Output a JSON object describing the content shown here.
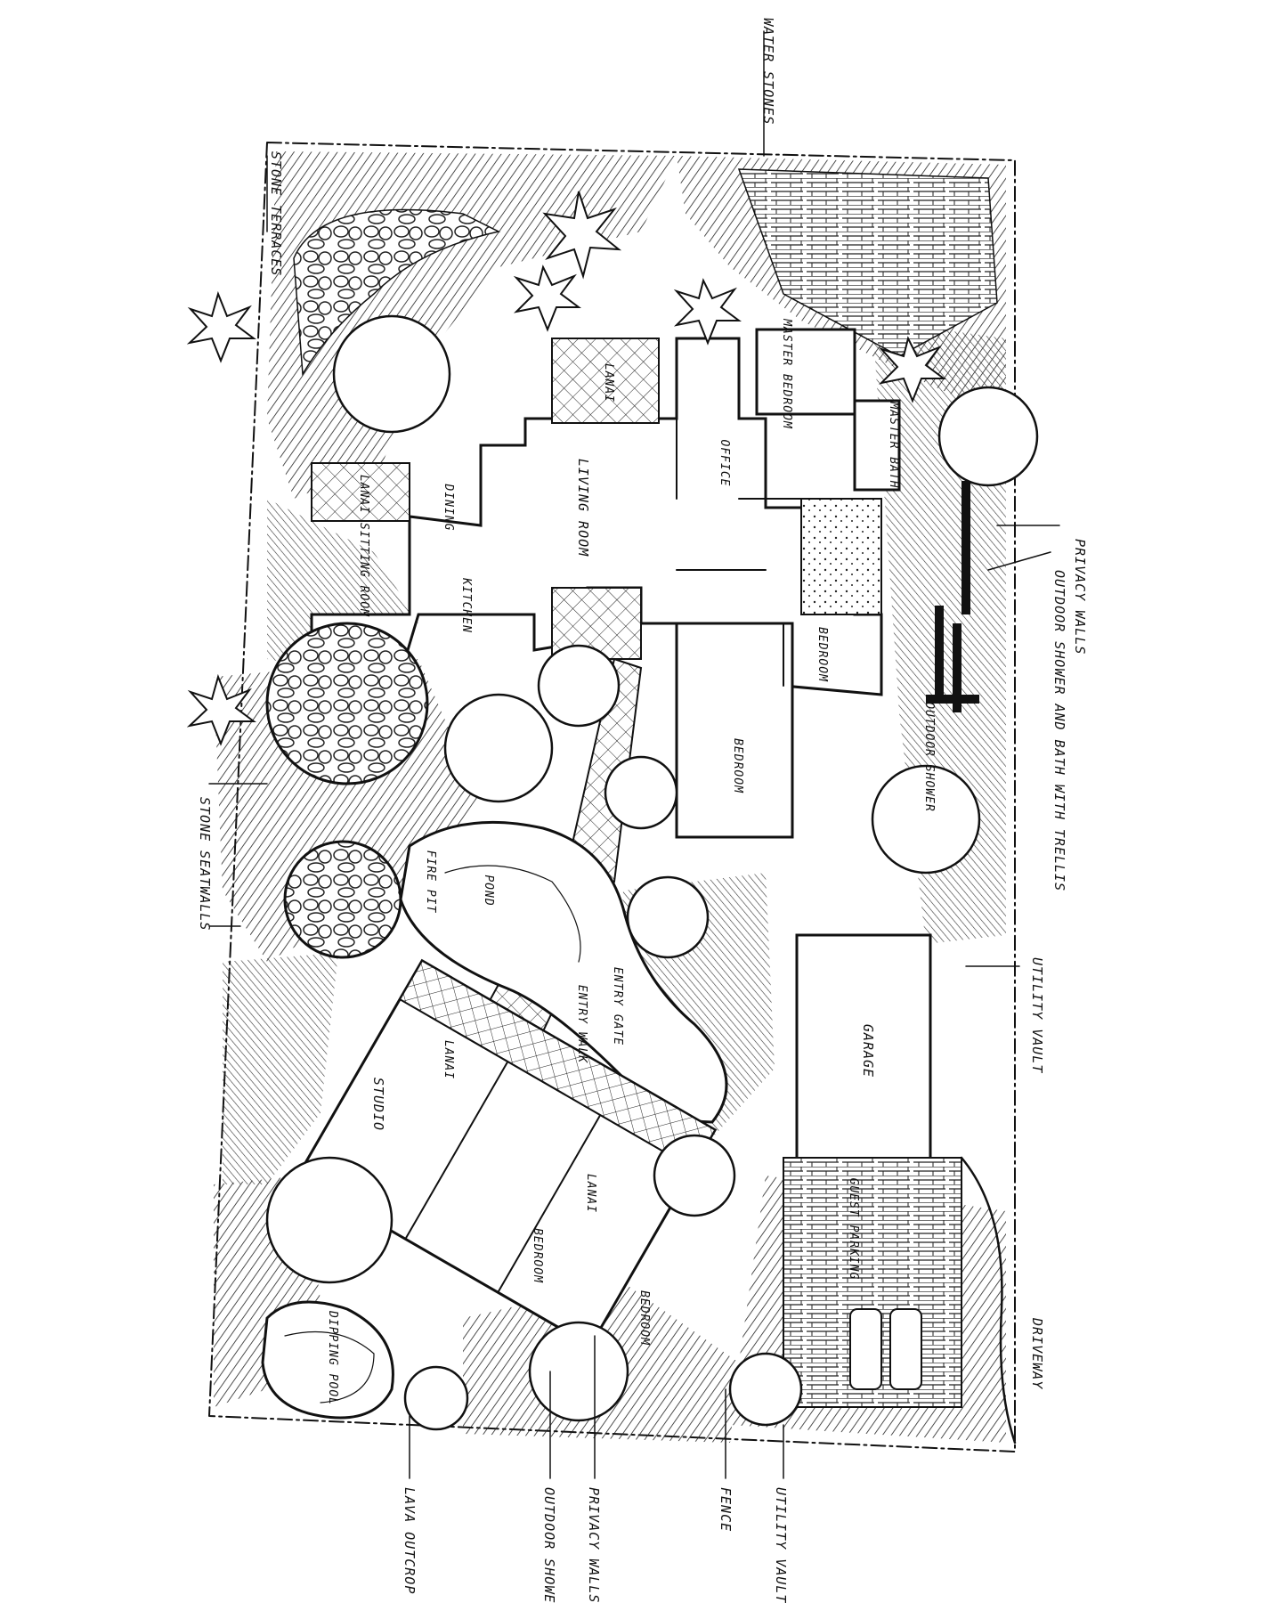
{
  "rooms": {
    "master_bedroom": "MASTER BEDROOM",
    "master_bath": "MASTER BATH",
    "lanai_1": "LANAI",
    "lanai_2": "LANAI",
    "office": "OFFICE",
    "living_room": "LIVING ROOM",
    "dining": "DINING",
    "sitting_room": "SITTING ROOM",
    "kitchen": "KITCHEN",
    "bedroom_1": "BEDROOM",
    "bedroom_2": "BEDROOM",
    "outdoor_shower_small": "OUTDOOR SHOWER",
    "garage": "GARAGE",
    "studio": "STUDIO",
    "lanai_3": "LANAI",
    "lanai_4": "LANAI",
    "bedroom_3": "BEDROOM",
    "bedroom_4": "BEDROOM",
    "pond": "POND",
    "entry_walk": "ENTRY WALK",
    "entry_gate": "ENTRY GATE",
    "dipping_pool": "DIPPING POOL",
    "parking": "GUEST PARKING",
    "fire_pit": "FIRE PIT"
  },
  "callouts": {
    "water_stones": "WATER STONES",
    "stone_terraces": "STONE TERRACES",
    "privacy_walls": "PRIVACY WALLS",
    "outdoor_shower_bath": "OUTDOOR SHOWER AND BATH WITH TRELLIS",
    "stone_seatwalls": "STONE SEATWALLS",
    "utility_vault_top": "UTILITY VAULT",
    "driveway": "DRIVEWAY",
    "lava_outcrop": "LAVA OUTCROP",
    "outdoor_shower": "OUTDOOR SHOWER",
    "privacy_walls_bottom": "PRIVACY WALLS",
    "fence": "FENCE",
    "utility_vault_bottom": "UTILITY VAULT"
  }
}
